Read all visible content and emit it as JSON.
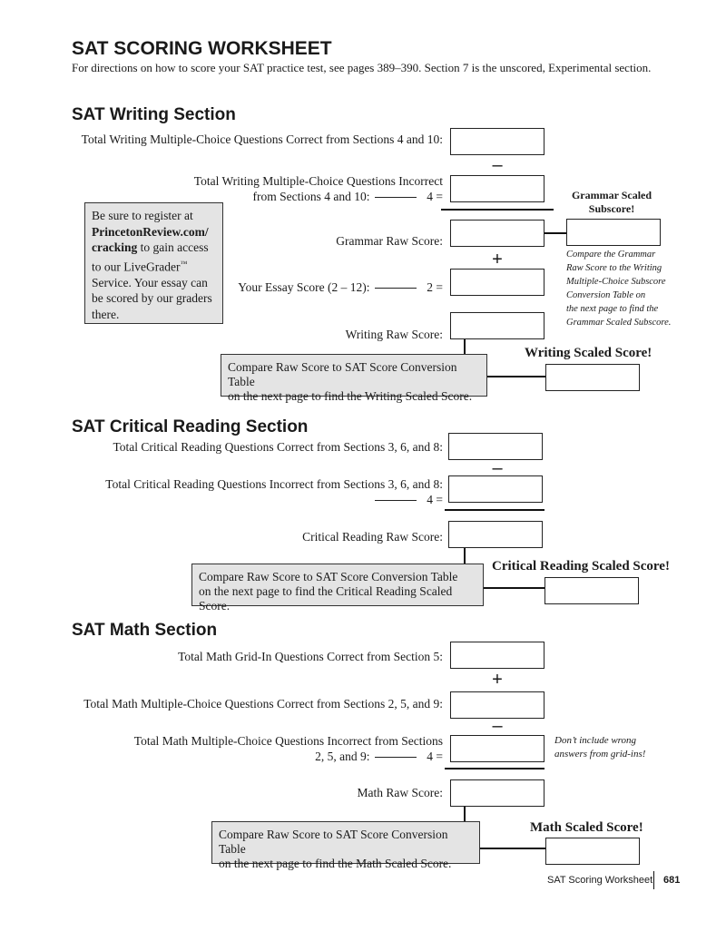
{
  "title": "SAT SCORING WORKSHEET",
  "intro": "For directions on how to score your SAT practice test, see pages 389–390. Section 7 is the unscored, Experimental section.",
  "writing": {
    "heading": "SAT Writing Section",
    "correct_label": "Total Writing Multiple-Choice Questions Correct from Sections 4 and 10:",
    "incorrect_label_line1": "Total Writing Multiple-Choice Questions Incorrect",
    "incorrect_label_line2": "from Sections 4 and 10:",
    "incorrect_divisor": "4 =",
    "minus": "–",
    "grammar_raw_label": "Grammar Raw Score:",
    "plus": "+",
    "essay_label": "Your Essay Score (2 – 12):",
    "essay_multiplier": "2 =",
    "writing_raw_label": "Writing Raw Score:",
    "grammar_scaled_line1": "Grammar Scaled",
    "grammar_scaled_line2": "Subscore!",
    "grammar_note": [
      "Compare the Grammar",
      "Raw Score to the Writing",
      "Multiple-Choice Subscore",
      "Conversion Table on",
      "the next page to find the",
      "Grammar Scaled Subscore."
    ],
    "register_lines": [
      "Be sure to register at",
      "PrincetonReview.com/",
      "cracking",
      " to gain access",
      "to our LiveGrader",
      "™",
      "Service. Your essay can",
      "be scored by our graders",
      "there."
    ],
    "compare_line1": "Compare Raw Score to SAT Score Conversion Table",
    "compare_line2": "on the next page to find the Writing Scaled Score.",
    "scaled_label": "Writing Scaled Score!"
  },
  "reading": {
    "heading": "SAT Critical Reading Section",
    "correct_label": "Total Critical Reading Questions Correct from Sections 3, 6, and 8:",
    "incorrect_label": "Total Critical Reading Questions Incorrect from Sections 3, 6, and 8:",
    "incorrect_divisor": "4 =",
    "minus": "–",
    "raw_label": "Critical Reading Raw Score:",
    "compare_line1": "Compare Raw Score to SAT Score Conversion Table",
    "compare_line2": "on the next page to find the Critical Reading Scaled Score.",
    "scaled_label": "Critical Reading Scaled Score!"
  },
  "math": {
    "heading": "SAT Math Section",
    "gridin_label": "Total Math Grid-In Questions Correct from Section 5:",
    "plus": "+",
    "mc_correct_label": "Total Math Multiple-Choice Questions Correct from Sections 2, 5, and 9:",
    "minus": "–",
    "mc_incorrect_line1": "Total Math Multiple-Choice Questions Incorrect from Sections",
    "mc_incorrect_line2": "2, 5, and 9:",
    "incorrect_divisor": "4 =",
    "note_line1": "Don’t include wrong",
    "note_line2": "answers from grid-ins!",
    "raw_label": "Math Raw Score:",
    "compare_line1": "Compare Raw Score to SAT Score Conversion Table",
    "compare_line2": "on the next page to find the Math Scaled Score.",
    "scaled_label": "Math Scaled Score!"
  },
  "footer": {
    "running_title": "SAT Scoring Worksheet",
    "page_number": "681"
  }
}
